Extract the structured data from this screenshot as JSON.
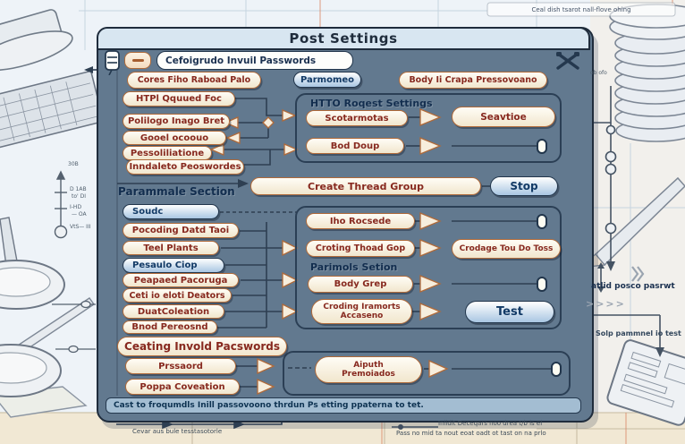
{
  "window": {
    "title": "Post Settings",
    "field": "Cefoigrudo Invuil Passwords",
    "toolbar": [
      "Cores Fiho Raboad Palo",
      "Parmomeo",
      "Body Ii Crapa Pressovoano"
    ],
    "left_group1": [
      "HTPl Qquued Foc",
      "Polilogo Inago Bret",
      "Gooel ocoouo",
      "Pessoliliatione",
      "Inndaleto Peoswordes"
    ],
    "panel1": {
      "header": "HTTO Roqest Settings",
      "items": [
        "Scotarmotas",
        "Bod Doup"
      ],
      "target": "Seavtioe"
    },
    "thread": {
      "pill": "Create Thread Group",
      "button": "Stop"
    },
    "section2": "Parammale Section",
    "left_group2": [
      "Soudc",
      "Pocoding Datd Taoi",
      "Teel Plants",
      "Pesaulo Ciop",
      "Peapaed Pacoruga",
      "Ceti io eloti Deators",
      "DuatColeation",
      "Bnod Pereosnd"
    ],
    "big_pill": "Ceating Invold Pacswords",
    "panel2": {
      "item1": "Iho Rocsede",
      "item2": "Croting Thoad Gop",
      "target": "Crodage Tou Do Toss",
      "header": "Parimols Setion",
      "item3": "Body Grep",
      "item4a": "Croding Iramorts",
      "item4b": "Accaseno",
      "button": "Test"
    },
    "bottom": [
      "Prssaord",
      "Poppa Coveation"
    ],
    "panel3": {
      "line1": "Aiputh",
      "line2": "Premoiados"
    },
    "status": "Cast to froqumdls Inill passovoono thrdun Ps etting ppaterna to tet."
  },
  "ann": {
    "top_right": "Ceal dish tsarot nall-flove ohing",
    "bottom_left": "Cevar aus bule tesstasotorle",
    "br1": "Inlidit Deceqars noo drea t/b ls el",
    "br2": "Pass no mid ta nout eoat oadt ot tast on na prlo",
    "r1": "atlid posco pasrwt",
    "r2": "Solp pammnel io test",
    "r_small": "ob ofo",
    "chevrons": ">>>>"
  },
  "meas": {
    "m1": "30B",
    "m2": "D 1AB",
    "m3": "to' DI",
    "m4": "I-HD",
    "m5": "— OA",
    "m6": "VtS— III"
  }
}
